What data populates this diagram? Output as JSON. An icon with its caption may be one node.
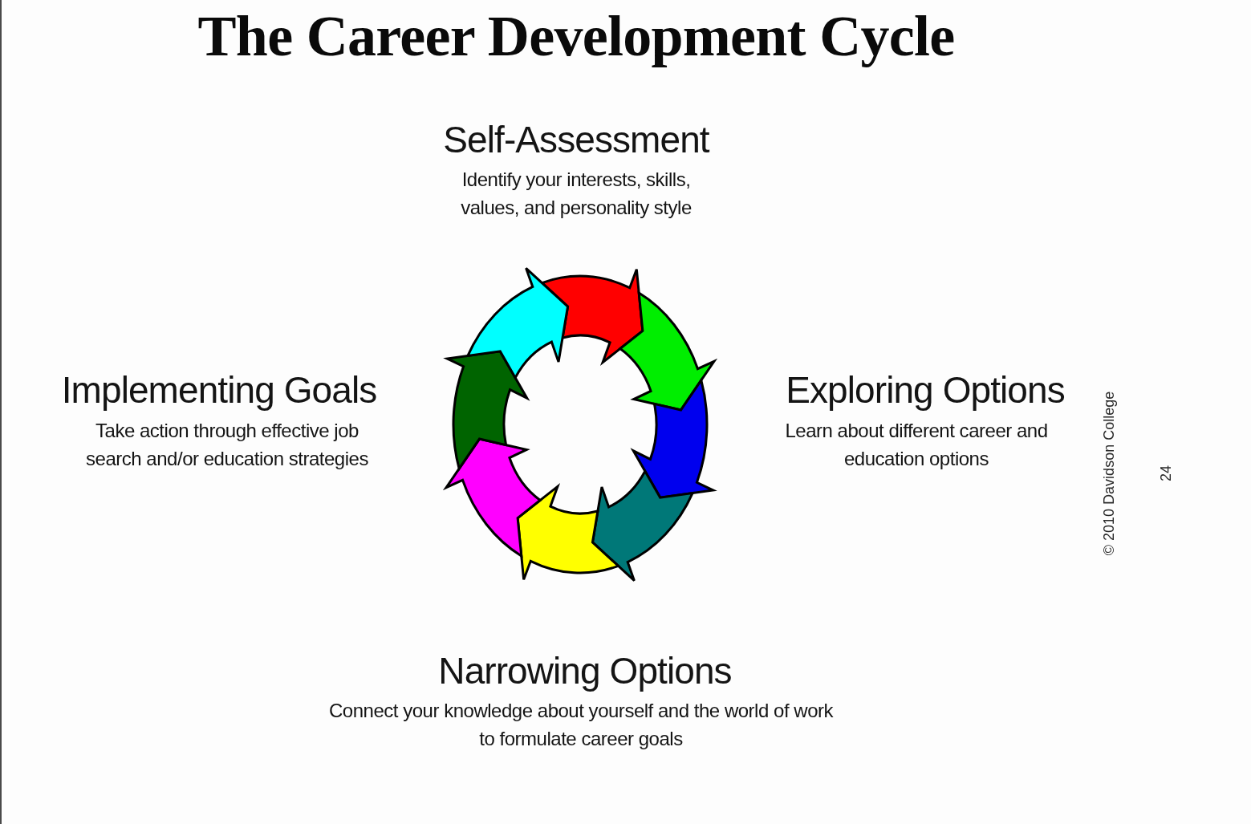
{
  "diagram": {
    "title": "The Career Development Cycle",
    "labels": [
      "Self-Assessment",
      "Identify your interests, skills, values, and personality style",
      "Implementing Goals",
      "Take action through effective job search and/or education strategies",
      "Exploring Options",
      "Learn about different career and education options",
      "© 2010 Davidson College",
      "24",
      "Narrowing Options",
      "Connect your knowledge about yourself and the world of work to formulate career goals"
    ]
  }
}
